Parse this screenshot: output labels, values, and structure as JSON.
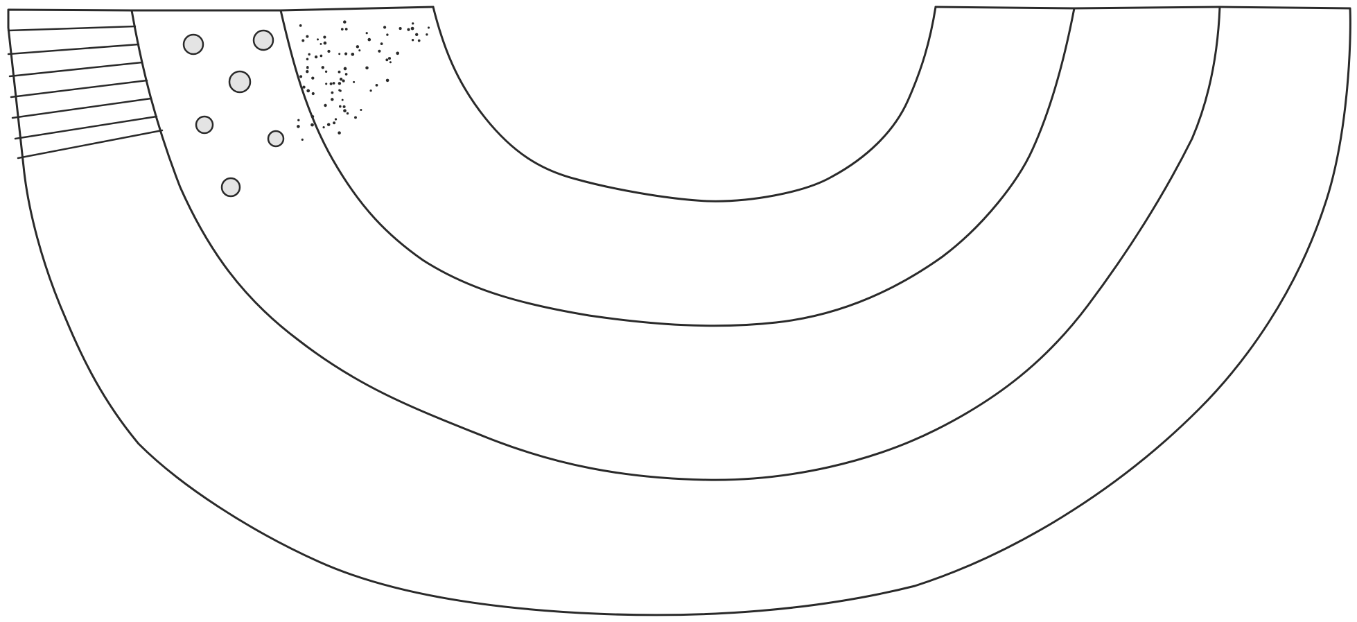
{
  "diagram": {
    "title": "",
    "background": "#ffffff",
    "ink_color": "#2a2a2a",
    "marker_fill": "#e4e4e4",
    "layers": [
      {
        "name": "outer-band",
        "pattern": "horizontal-lines"
      },
      {
        "name": "second-band",
        "pattern": "circles"
      },
      {
        "name": "third-band",
        "pattern": "dots"
      },
      {
        "name": "inner-band",
        "pattern": "none"
      }
    ],
    "icons": {
      "hatch": "horizontal-lines-icon",
      "circles": "circle-pattern-icon",
      "dots": "stipple-pattern-icon"
    }
  }
}
